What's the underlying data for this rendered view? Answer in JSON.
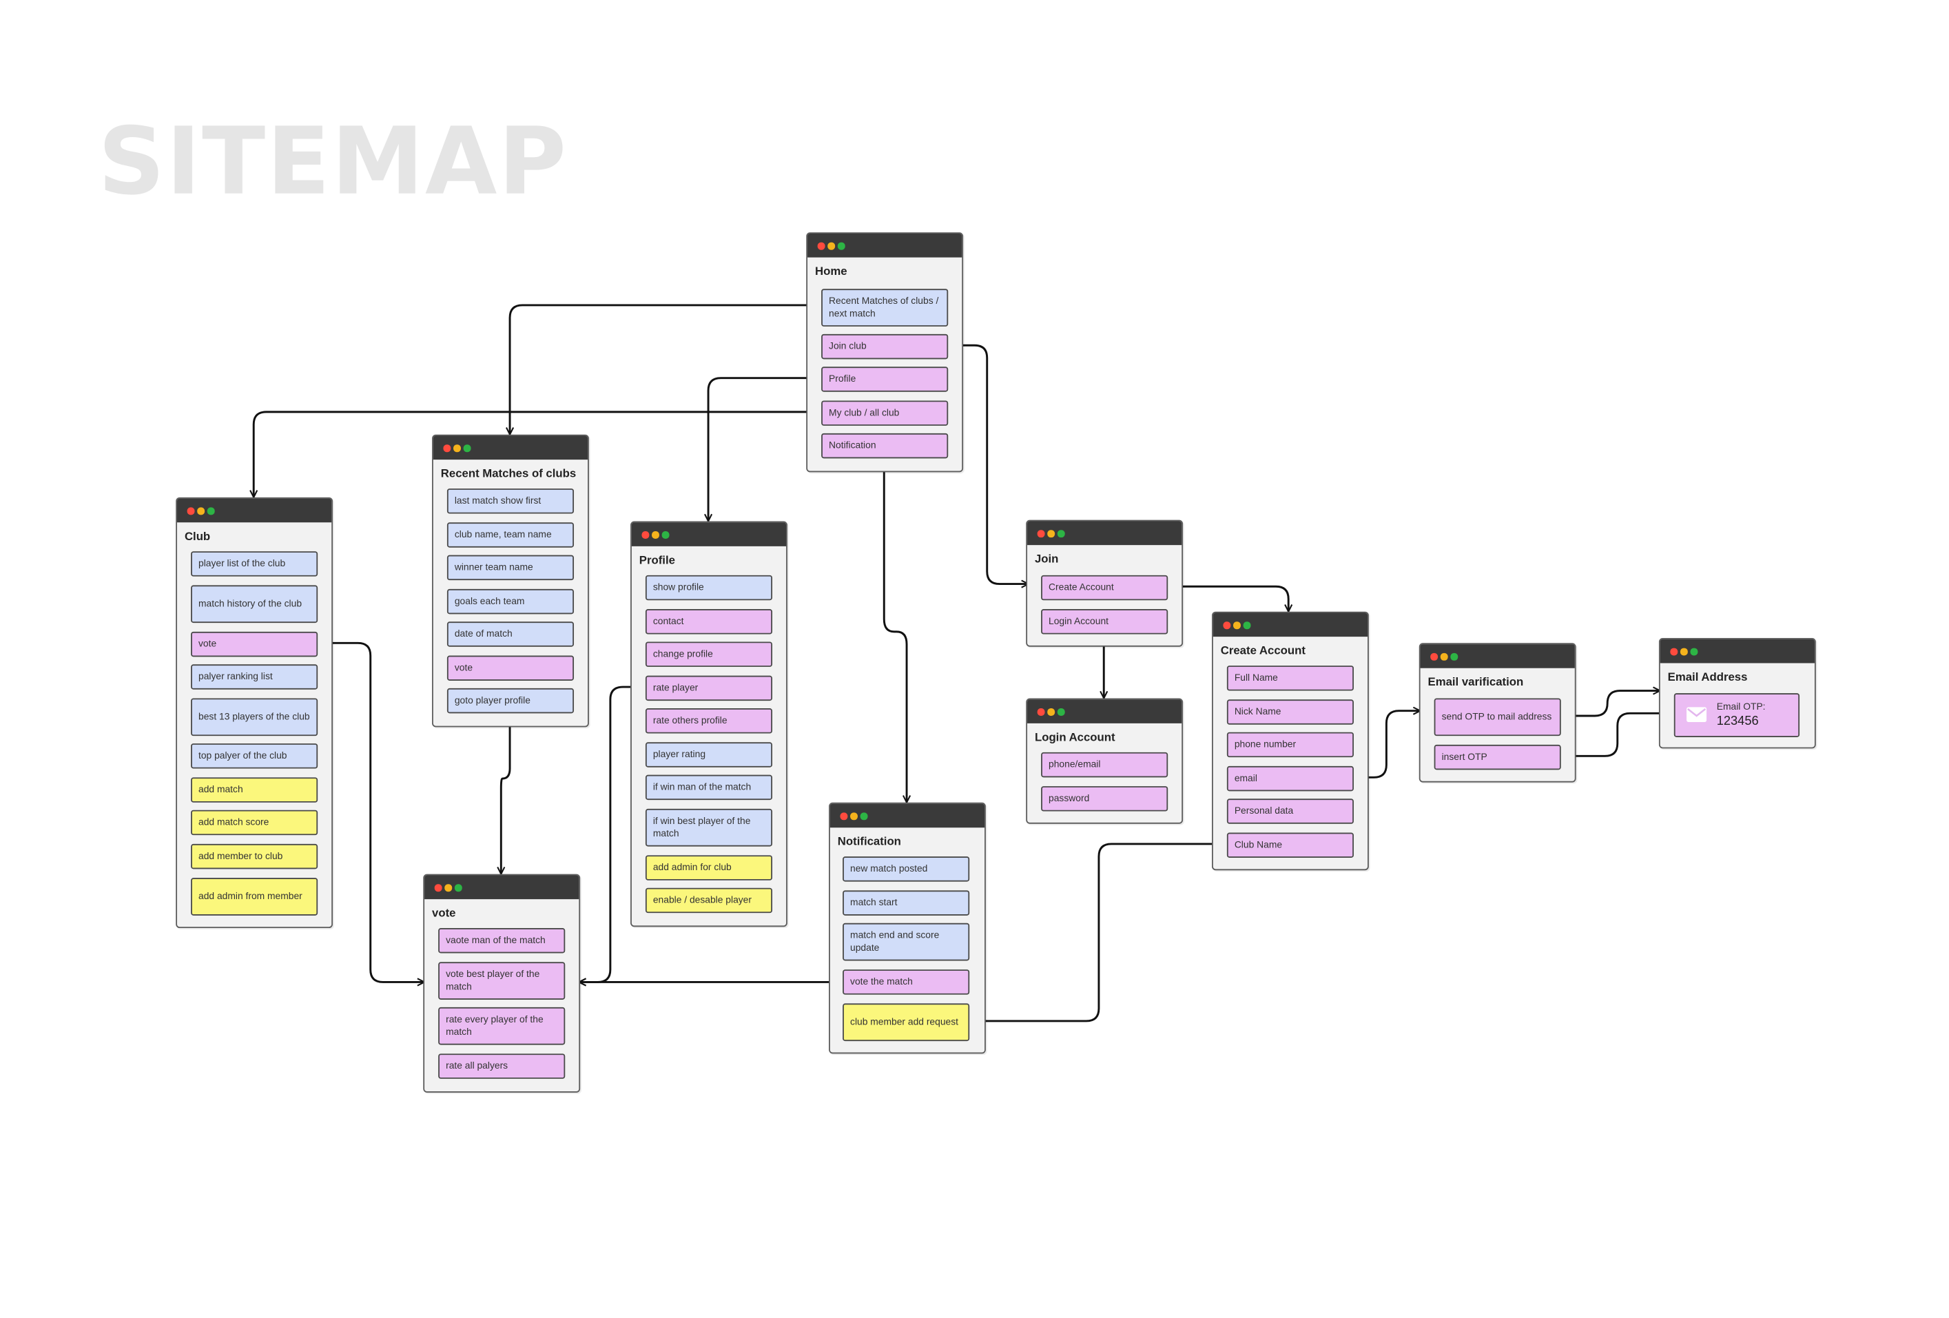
{
  "title": "SITEMAP",
  "colors": {
    "window_bar": "#3a3a3a",
    "window_body": "#f2f2f2",
    "item_blue": "#d1ddf9",
    "item_pink": "#ebbcf3",
    "item_yellow": "#fbf77c",
    "title_gray": "#e5e5e5"
  },
  "windows": {
    "home": {
      "title": "Home",
      "items": [
        "Recent Matches of clubs / next match",
        "Join club",
        "Profile",
        "My club / all club",
        "Notification"
      ]
    },
    "recent": {
      "title": "Recent Matches of clubs",
      "items": [
        "last match show first",
        "club name, team name",
        "winner team name",
        "goals each team",
        "date of match",
        "vote",
        "goto player profile"
      ]
    },
    "club": {
      "title": "Club",
      "items": [
        "player list of the club",
        "match history of the club",
        "vote",
        "palyer ranking list",
        "best 13 players of the club",
        "top palyer of the club",
        "add match",
        "add match score",
        "add member to club",
        "add admin from member"
      ]
    },
    "profile": {
      "title": "Profile",
      "items": [
        "show profile",
        "contact",
        "change profile",
        "rate player",
        "rate others profile",
        "player rating",
        "if win man of the match",
        "if win best player of the match",
        "add admin for club",
        "enable / desable player"
      ]
    },
    "vote": {
      "title": "vote",
      "items": [
        "vaote man of the match",
        "vote best player of the match",
        "rate every player of the match",
        "rate all palyers"
      ]
    },
    "notification": {
      "title": "Notification",
      "items": [
        "new match posted",
        "match start",
        "match end and score update",
        "vote the match",
        "club member add request"
      ]
    },
    "join": {
      "title": "Join",
      "items": [
        "Create Account",
        "Login Account"
      ]
    },
    "login": {
      "title": "Login Account",
      "items": [
        "phone/email",
        "password"
      ]
    },
    "create": {
      "title": "Create Account",
      "items": [
        "Full Name",
        "Nick Name",
        "phone number",
        "email",
        "Personal data",
        "Club Name"
      ]
    },
    "emailver": {
      "title": "Email varification",
      "items": [
        "send OTP to mail address",
        "insert OTP"
      ]
    },
    "emailaddr": {
      "title": "Email Address",
      "otp_label": "Email OTP:",
      "otp_value": "123456",
      "icon": "envelope-icon"
    }
  }
}
